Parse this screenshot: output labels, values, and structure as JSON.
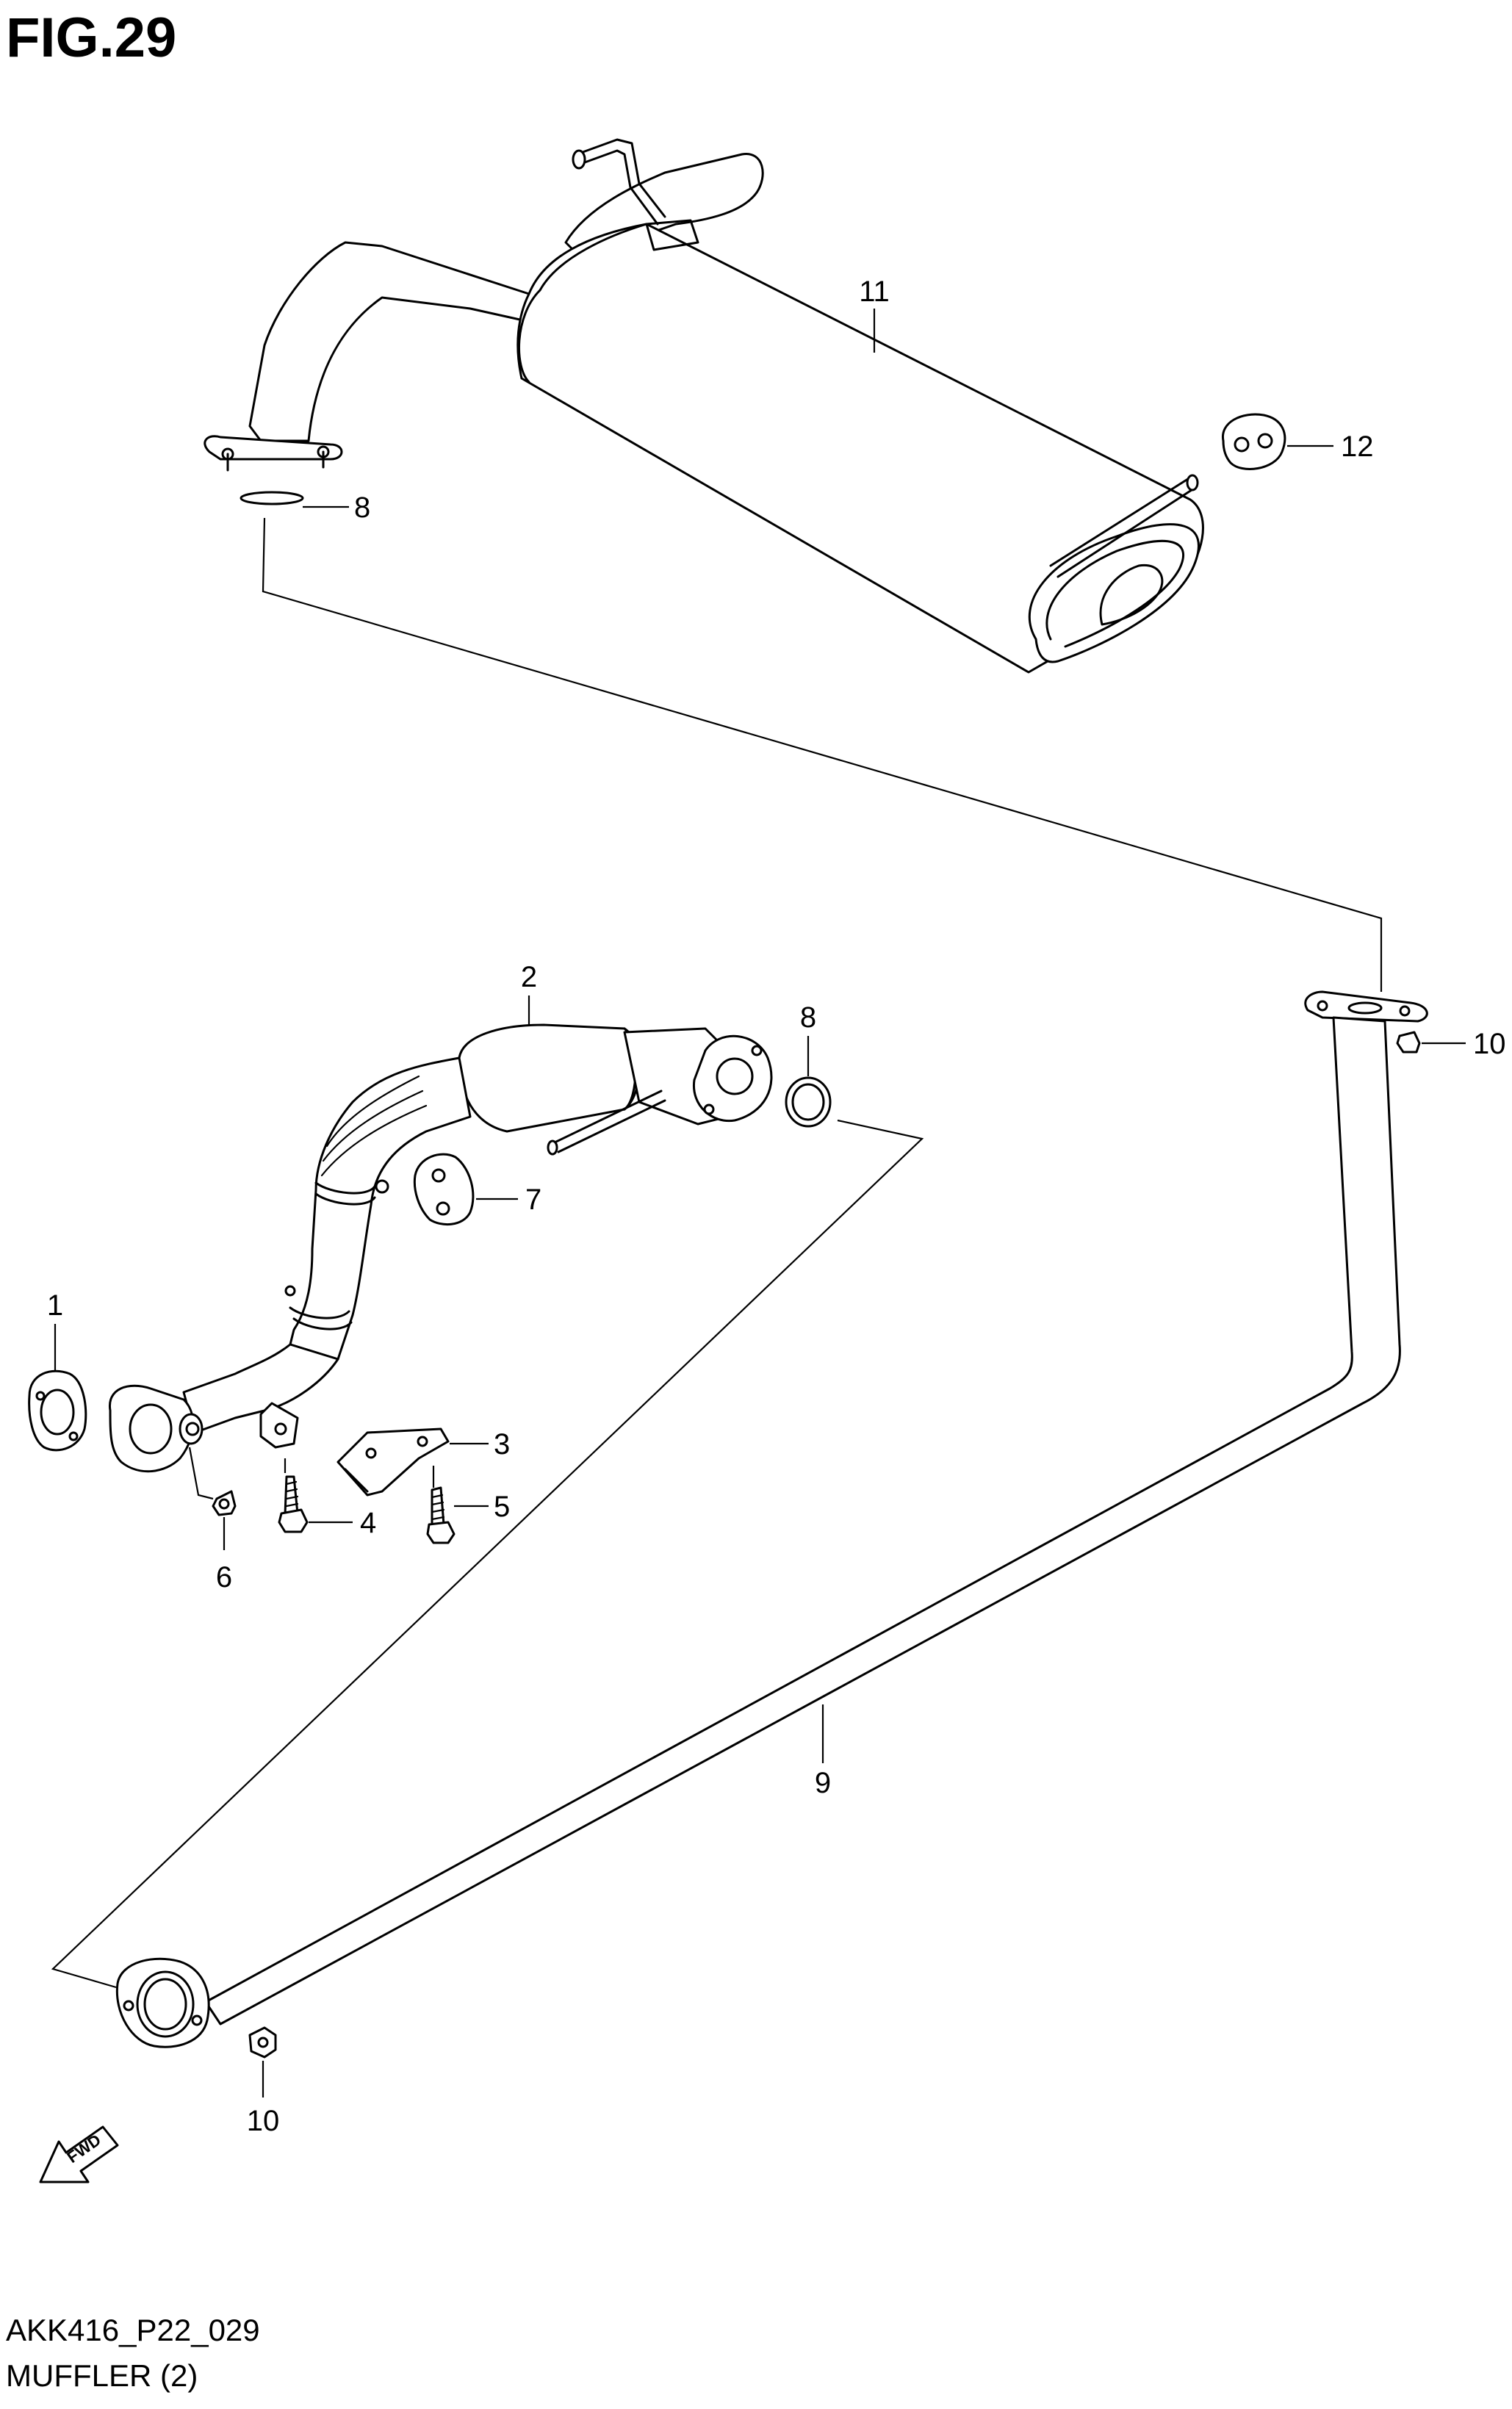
{
  "figure": {
    "title": "FIG.29",
    "code": "AKK416_P22_029",
    "name": "MUFFLER (2)"
  },
  "labels": {
    "p1": "1",
    "p2": "2",
    "p3": "3",
    "p4": "4",
    "p5": "5",
    "p6": "6",
    "p7": "7",
    "p8_top": "8",
    "p8_mid": "8",
    "p9": "9",
    "p10_right": "10",
    "p10_bottom": "10",
    "p11": "11",
    "p12": "12"
  },
  "direction_arrow": {
    "text": "FWD",
    "icon": "fwd-arrow-icon"
  }
}
